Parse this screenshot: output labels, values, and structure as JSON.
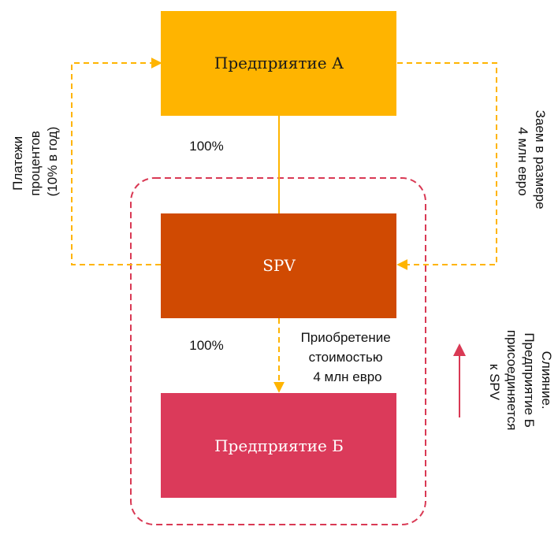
{
  "nodes": {
    "enterprise_a": "Предприятие А",
    "spv": "SPV",
    "enterprise_b": "Предприятие Б"
  },
  "labels": {
    "ownership_a_spv": "100%",
    "ownership_spv_b": "100%",
    "interest_payments": [
      "Платежи",
      "процентов",
      "(10% в год)"
    ],
    "loan": [
      "Заем в размере",
      "4 млн евро"
    ],
    "acquisition": [
      "Приобретение",
      "стоимостью",
      "4 млн евро"
    ],
    "merger": [
      "Слияние.",
      "Предприятие Б",
      "присоединяется",
      "к SPV"
    ]
  },
  "colors": {
    "enterprise_a": "#FFB400",
    "spv": "#D04A02",
    "enterprise_b": "#DB3A5A",
    "dashed_arrow": "#FFB400",
    "merge_boundary": "#D93954",
    "merge_arrow": "#D93954"
  }
}
